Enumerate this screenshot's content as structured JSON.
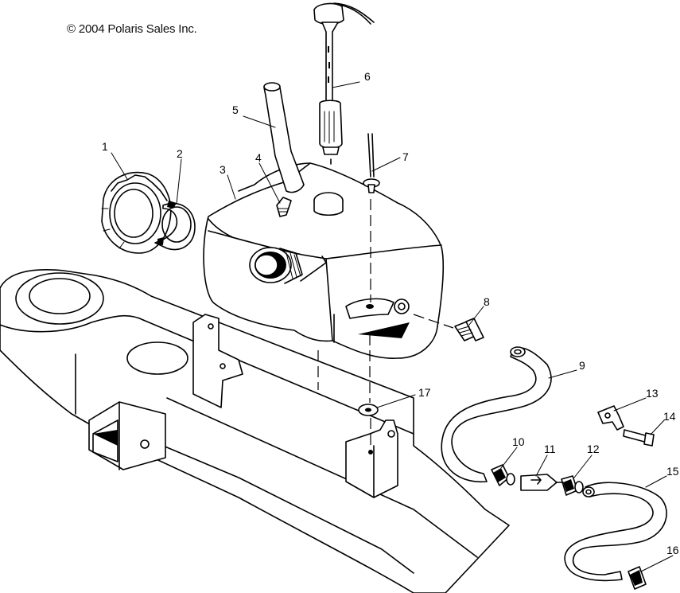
{
  "copyright": "© 2004 Polaris Sales Inc.",
  "callouts": [
    {
      "id": "1",
      "label": "1"
    },
    {
      "id": "2",
      "label": "2"
    },
    {
      "id": "3",
      "label": "3"
    },
    {
      "id": "4",
      "label": "4"
    },
    {
      "id": "5",
      "label": "5"
    },
    {
      "id": "6",
      "label": "6"
    },
    {
      "id": "7",
      "label": "7"
    },
    {
      "id": "8",
      "label": "8"
    },
    {
      "id": "9",
      "label": "9"
    },
    {
      "id": "10",
      "label": "10"
    },
    {
      "id": "11",
      "label": "11"
    },
    {
      "id": "12",
      "label": "12"
    },
    {
      "id": "13",
      "label": "13"
    },
    {
      "id": "14",
      "label": "14"
    },
    {
      "id": "15",
      "label": "15"
    },
    {
      "id": "16",
      "label": "16"
    },
    {
      "id": "17",
      "label": "17"
    }
  ]
}
